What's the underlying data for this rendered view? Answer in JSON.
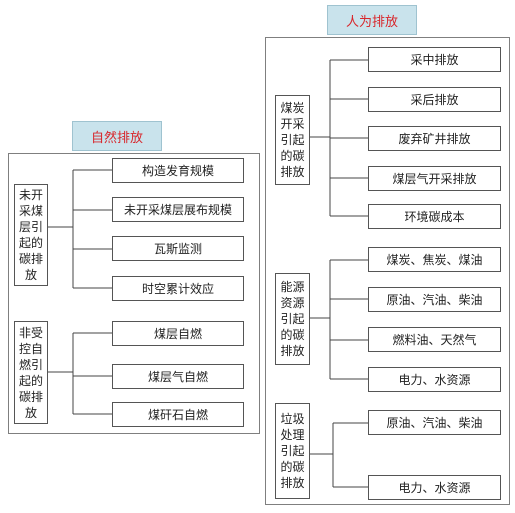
{
  "left": {
    "title": "自然排放",
    "groups": [
      {
        "category": "未开采煤层引起的碳排放",
        "items": [
          "构造发育规模",
          "未开采煤层展布规模",
          "瓦斯监测",
          "时空累计效应"
        ]
      },
      {
        "category": "非受控自燃引起的碳排放",
        "items": [
          "煤层自燃",
          "煤层气自燃",
          "煤矸石自燃"
        ]
      }
    ]
  },
  "right": {
    "title": "人为排放",
    "groups": [
      {
        "category": "煤炭开采引起的碳排放",
        "items": [
          "采中排放",
          "采后排放",
          "废弃矿井排放",
          "煤层气开采排放",
          "环境碳成本"
        ]
      },
      {
        "category": "能源资源引起的碳排放",
        "items": [
          "煤炭、焦炭、煤油",
          "原油、汽油、柴油",
          "燃料油、天然气",
          "电力、水资源"
        ]
      },
      {
        "category": "垃圾处理引起的碳排放",
        "items": [
          "原油、汽油、柴油",
          "电力、水资源"
        ]
      }
    ]
  }
}
